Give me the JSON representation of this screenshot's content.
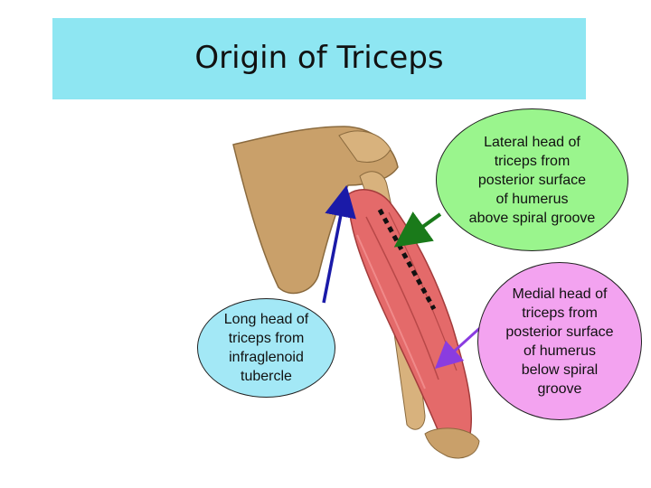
{
  "title": "Origin of Triceps",
  "labels": {
    "lateral": "Lateral head of\ntriceps from\nposterior surface\nof humerus\nabove spiral groove",
    "medial": "Medial head of\ntriceps from\nposterior surface\nof humerus\nbelow spiral\ngroove",
    "long": "Long head of\ntriceps from\ninfraglenoid\ntubercle"
  },
  "colors": {
    "title_band": "#8ee6f2",
    "lateral_bubble": "#9af58d",
    "medial_bubble": "#f3a3f0",
    "long_bubble": "#a3e8f6",
    "arrow_lateral": "#1a7a1a",
    "arrow_medial": "#8a3ce0",
    "arrow_long": "#1a1aa8",
    "bone": "#c9a06a",
    "muscle": "#e46a6a"
  }
}
